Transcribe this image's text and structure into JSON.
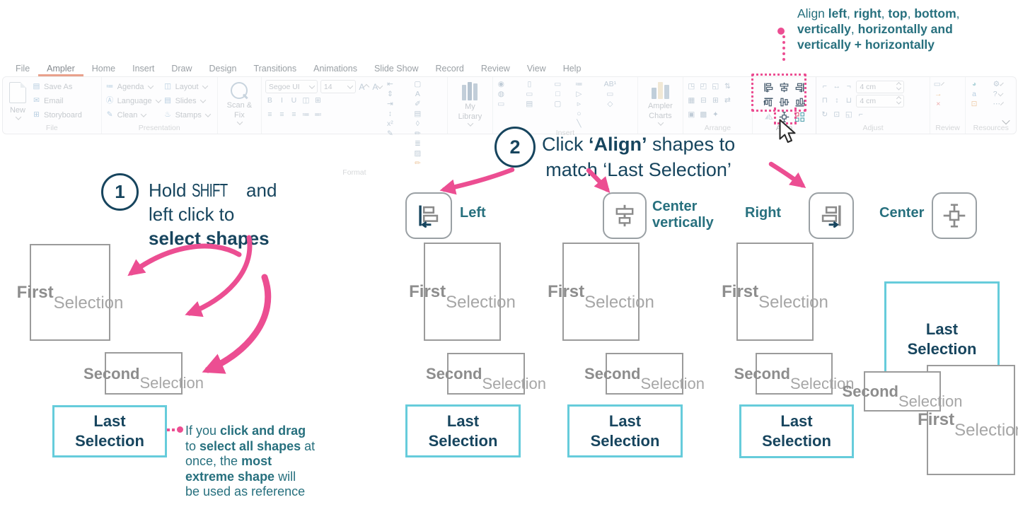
{
  "annotation": {
    "segments": [
      {
        "t": "Align "
      },
      {
        "t": "left",
        "b": 1
      },
      {
        "t": ", "
      },
      {
        "t": "right",
        "b": 1
      },
      {
        "t": ", "
      },
      {
        "t": "top",
        "b": 1
      },
      {
        "t": ", "
      },
      {
        "t": "bottom",
        "b": 1
      },
      {
        "t": ",\n"
      },
      {
        "t": "vertically",
        "b": 1
      },
      {
        "t": ", "
      },
      {
        "t": "horizontally and",
        "b": 1
      },
      {
        "t": "\n"
      },
      {
        "t": "vertically + horizontally",
        "b": 1
      }
    ]
  },
  "ribbon": {
    "tabs": [
      {
        "label": "File"
      },
      {
        "label": "Ampler",
        "active": true
      },
      {
        "label": "Home"
      },
      {
        "label": "Insert"
      },
      {
        "label": "Draw"
      },
      {
        "label": "Design"
      },
      {
        "label": "Transitions"
      },
      {
        "label": "Animations"
      },
      {
        "label": "Slide Show"
      },
      {
        "label": "Record"
      },
      {
        "label": "Review"
      },
      {
        "label": "View"
      },
      {
        "label": "Help"
      }
    ],
    "group_labels": {
      "file": "File",
      "presentation": "Presentation",
      "format": "Format",
      "insert": "Insert",
      "arrange": "Arrange",
      "align": "Align",
      "adjust": "Adjust",
      "review": "Review",
      "resources": "Resources"
    },
    "file_group": {
      "new_label": "New",
      "items": [
        {
          "n": "save-as-icon",
          "g": "▤",
          "c": "blue",
          "label": "Save As"
        },
        {
          "n": "email-icon",
          "g": "✉",
          "c": "blue",
          "label": "Email"
        },
        {
          "n": "storyboard-icon",
          "g": "⊞",
          "c": "blue",
          "label": "Storyboard"
        }
      ]
    },
    "presentation_group": {
      "col1": [
        {
          "n": "agenda-icon",
          "g": "≔",
          "c": "blue",
          "label": "Agenda",
          "dd": true
        },
        {
          "n": "language-icon",
          "g": "Ⓐ",
          "c": "blue",
          "label": "Language",
          "dd": true
        },
        {
          "n": "clean-icon",
          "g": "✎",
          "c": "blue",
          "label": "Clean",
          "dd": true
        }
      ],
      "col2": [
        {
          "n": "layout-icon",
          "g": "◫",
          "c": "blue",
          "label": "Layout",
          "dd": true
        },
        {
          "n": "slides-icon",
          "g": "▤",
          "c": "blue",
          "label": "Slides",
          "dd": true
        },
        {
          "n": "stamps-icon",
          "g": "♨",
          "c": "blue",
          "label": "Stamps",
          "dd": true
        }
      ]
    },
    "scanfix_label": "Scan &\nFix",
    "format_group": {
      "font_name": "Segoe UI",
      "font_size": "14",
      "grow_label": "A",
      "shrink_label": "A",
      "r2": [
        {
          "n": "bold-icon",
          "g": "B"
        },
        {
          "n": "italic-icon",
          "g": "I"
        },
        {
          "n": "underline-icon",
          "g": "U"
        },
        {
          "n": "shadow-icon",
          "g": "◫"
        },
        {
          "n": "table-icon",
          "g": "⊞"
        }
      ],
      "r3": [
        {
          "n": "align-text-left-icon",
          "g": "≡"
        },
        {
          "n": "align-text-center-icon",
          "g": "≡"
        },
        {
          "n": "align-text-right-icon",
          "g": "≡"
        },
        {
          "n": "bullets-icon",
          "g": "≔"
        },
        {
          "n": "numbering-icon",
          "g": "≕"
        }
      ],
      "c2": [
        {
          "n": "decrease-indent-icon",
          "g": "⇤"
        },
        {
          "n": "paragraph-spacing-icon",
          "g": "⇕"
        },
        {
          "n": "increase-indent-icon",
          "g": "⇥"
        },
        {
          "n": "line-spacing-icon",
          "g": "↕"
        },
        {
          "n": "superscript-icon",
          "g": "x²"
        },
        {
          "n": "highlight-pen-icon",
          "g": "✎"
        }
      ],
      "c3": [
        {
          "n": "shape-fill-icon",
          "g": "▢"
        },
        {
          "n": "font-color-icon",
          "g": "A"
        },
        {
          "n": "eyedropper-icon",
          "g": "✐"
        },
        {
          "n": "dash-style-icon",
          "g": "▤"
        },
        {
          "n": "bucket-fill-icon",
          "g": "◊"
        },
        {
          "n": "eyedropper2-icon",
          "g": "✏"
        },
        {
          "n": "thick-lines-icon",
          "g": "≣"
        },
        {
          "n": "edit-shape-icon",
          "g": "▨"
        },
        {
          "n": "format-painter-icon",
          "g": "✏",
          "c": "orange"
        }
      ]
    },
    "my_library_label": "My\nLibrary",
    "insert_group": {
      "c1": [
        {
          "n": "insert-arrow-icon",
          "g": "◉"
        },
        {
          "n": "insert-letter-icon",
          "g": "◍"
        },
        {
          "n": "insert-comment-icon",
          "g": "▭"
        }
      ],
      "c2": [
        {
          "n": "insert-page-icon",
          "g": "▯"
        },
        {
          "n": "insert-bar-icon",
          "g": "▭"
        },
        {
          "n": "insert-list-icon",
          "g": "▤"
        }
      ],
      "c3": [
        {
          "n": "textbox-icon",
          "g": "▭"
        },
        {
          "n": "rectangle-icon",
          "g": "□"
        },
        {
          "n": "rounded-rectangle-icon",
          "g": "▢"
        }
      ],
      "c4": [
        {
          "n": "bullet-list-icon",
          "g": "≔"
        },
        {
          "n": "pentagon-icon",
          "g": "▷"
        },
        {
          "n": "chevron-shape-icon",
          "g": "▹"
        },
        {
          "n": "oval-icon",
          "g": "○"
        },
        {
          "n": "line-icon",
          "g": "╲"
        }
      ],
      "c5": [
        {
          "n": "ab-footnote-icon",
          "g": "AB¹"
        },
        {
          "n": "keyboard-icon",
          "g": "▭"
        },
        {
          "n": "smart-shape-icon",
          "g": "◇"
        }
      ]
    },
    "ampler_charts_label": "Ampler\nCharts",
    "arrange_group": {
      "r1": [
        {
          "n": "selection-frame-icon",
          "g": "◳"
        },
        {
          "n": "rotate-left-icon",
          "g": "◰"
        },
        {
          "n": "rotate-right-icon",
          "g": "◱"
        },
        {
          "n": "swap-icon",
          "g": "⇅"
        }
      ],
      "r2": [
        {
          "n": "group-icon",
          "g": "▦"
        },
        {
          "n": "stack-icon",
          "g": "⊟"
        },
        {
          "n": "distribute-icon",
          "g": "⊞"
        },
        {
          "n": "reorder-icon",
          "g": "⇄"
        }
      ],
      "r3": [
        {
          "n": "bring-front-icon",
          "g": "▣"
        },
        {
          "n": "send-back-icon",
          "g": "▩"
        },
        {
          "n": "magic-wand-icon",
          "g": "✦"
        }
      ]
    },
    "adjust_group": {
      "width_value": "4 cm",
      "height_value": "4 cm",
      "r1": [
        {
          "n": "snap-left-icon",
          "g": "⌐"
        },
        {
          "n": "same-width-icon",
          "g": "↔"
        },
        {
          "n": "snap-right-icon",
          "g": "¬"
        }
      ],
      "r2": [
        {
          "n": "snap-top-icon",
          "g": "⊓"
        },
        {
          "n": "same-height-icon",
          "g": "↕"
        },
        {
          "n": "snap-bottom-icon",
          "g": "⊔"
        }
      ],
      "r3": [
        {
          "n": "rotate-icon",
          "g": "↻"
        },
        {
          "n": "resize-icon",
          "g": "⊡"
        },
        {
          "n": "crop-icon",
          "g": "◱"
        },
        {
          "n": "angle-icon",
          "g": "⌐"
        }
      ]
    },
    "review_group": [
      {
        "n": "comment-icon",
        "g": "▭",
        "dd": true
      },
      {
        "n": "forward-icon",
        "g": "→",
        "c": "orange"
      },
      {
        "n": "delete-icon",
        "g": "×",
        "c": "red"
      }
    ],
    "resources_group": [
      {
        "n": "pie-wheel-icon",
        "g": "◕",
        "c": "teal"
      },
      {
        "n": "settings-gear-icon",
        "g": "⚙",
        "dd": true
      },
      {
        "n": "ampler-logo-icon",
        "g": "a",
        "c": "blue"
      },
      {
        "n": "help-icon",
        "g": "?",
        "dd": true
      },
      {
        "n": "share-screen-icon",
        "g": "⊡",
        "c": "orange"
      },
      {
        "n": "more-options-icon",
        "g": "⋯",
        "dd": true
      }
    ]
  },
  "steps": {
    "one": {
      "num": "1",
      "segments": [
        {
          "t": "Hold "
        },
        {
          "t": "SHIFT",
          "narrow": 1
        },
        {
          "t": " and\nleft click to\n"
        },
        {
          "t": "select shapes",
          "b": 1
        }
      ]
    },
    "two": {
      "num": "2",
      "segments": [
        {
          "t": "Click "
        },
        {
          "t": "‘Align’",
          "b": 1
        },
        {
          "t": " shapes to\nmatch ‘Last Selection’"
        }
      ]
    }
  },
  "demos": {
    "left_label": "Left",
    "center_v_label": "Center\nvertically",
    "right_label": "Right",
    "center_label": "Center"
  },
  "boxes": {
    "first": [
      {
        "t": "First",
        "b": 1
      },
      {
        "t": "\nSelection"
      }
    ],
    "second": [
      {
        "t": "Second",
        "b": 1
      },
      {
        "t": "\nSelection"
      }
    ],
    "last": "Last\nSelection"
  },
  "note": {
    "segments": [
      {
        "t": "If you "
      },
      {
        "t": "click and drag",
        "b": 1
      },
      {
        "t": "\nto "
      },
      {
        "t": "select all shapes",
        "b": 1
      },
      {
        "t": " at\nonce, the "
      },
      {
        "t": "most",
        "b": 1
      },
      {
        "t": "\n"
      },
      {
        "t": "extreme shape",
        "b": 1
      },
      {
        "t": " will\nbe used as reference"
      }
    ]
  },
  "colors": {
    "navy": "#17455e",
    "teal": "#27707e",
    "pink": "#ec4e92",
    "cyan": "#66ccdb",
    "gray_border": "#9b9b9b"
  }
}
